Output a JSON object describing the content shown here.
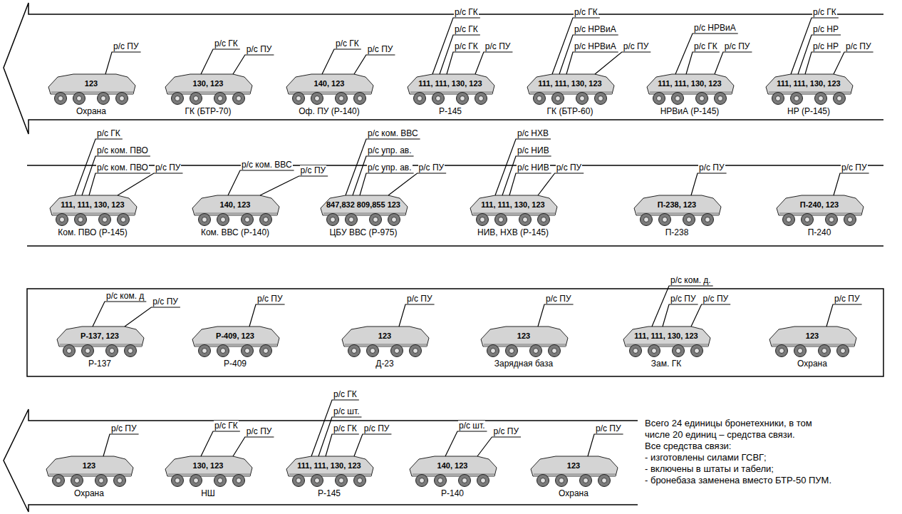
{
  "diagram": {
    "nodes": [
      {
        "text": [
          "123",
          "Охрана",
          "р/с ПУ"
        ]
      },
      {
        "text": [
          "130, 123",
          "ГК (БТР-70)",
          "р/с ГК",
          "р/с ПУ"
        ]
      },
      {
        "text": [
          "140, 123",
          "Оф. ПУ (Р-140)",
          "р/с ГК",
          "р/с ПУ"
        ]
      },
      {
        "text": [
          "111, 111, 130, 123",
          "Р-145",
          "р/с ГК",
          "р/с ГК",
          "р/с ГК",
          "р/с ПУ"
        ]
      },
      {
        "text": [
          "111, 111, 130, 123",
          "ГК (БТР-60)",
          "р/с ГК",
          "р/с НРВиА",
          "р/с НРВиА",
          "р/с ПУ"
        ]
      },
      {
        "text": [
          "111, 111, 130, 123",
          "НРВиА (Р-145)",
          "р/с НРВиА",
          "р/с ГК",
          "р/с ПУ"
        ]
      },
      {
        "text": [
          "111, 111, 130, 123",
          "НР (Р-145)",
          "р/с ГК",
          "р/с НР",
          "р/с НР",
          "р/с ПУ"
        ]
      },
      {
        "text": [
          "111, 111, 130, 123",
          "Ком. ПВО (Р-145)",
          "р/с ГК",
          "р/с ком. ПВО",
          "р/с ком. ПВО",
          "р/с ПУ"
        ]
      },
      {
        "text": [
          "140, 123",
          "Ком. ВВС (Р-140)",
          "р/с ком. ВВС",
          "р/с ПУ"
        ]
      },
      {
        "text": [
          "847,832 809,855 123",
          "ЦБУ ВВС (Р-975)",
          "р/с ком. ВВС",
          "р/с упр. ав.",
          "р/с упр. ав.",
          "р/с ПУ"
        ]
      },
      {
        "text": [
          "111, 111, 130, 123",
          "НИВ, НХВ (Р-145)",
          "р/с НХВ",
          "р/с НИВ",
          "р/с НИВ",
          "р/с ПУ"
        ]
      },
      {
        "text": [
          "П-238, 123",
          "П-238",
          "р/с ПУ"
        ]
      },
      {
        "text": [
          "П-240, 123",
          "П-240",
          "р/с ПУ"
        ]
      },
      {
        "text": [
          "Р-137, 123",
          "Р-137",
          "р/с ком. д",
          "р/с ПУ"
        ]
      },
      {
        "text": [
          "Р-409, 123",
          "Р-409",
          "р/с ПУ"
        ]
      },
      {
        "text": [
          "123",
          "Д-23",
          "р/с ПУ"
        ]
      },
      {
        "text": [
          "123",
          "Зарядная база",
          "р/с ПУ"
        ]
      },
      {
        "text": [
          "111, 111, 130, 123",
          "Зам. ГК",
          "р/с ком. д.",
          "р/с ПУ",
          "р/с ПУ"
        ]
      },
      {
        "text": [
          "123",
          "Охрана",
          "р/с ПУ"
        ]
      },
      {
        "text": [
          "123",
          "Охрана",
          "р/с ПУ"
        ]
      },
      {
        "text": [
          "130, 123",
          "НШ",
          "р/с ГК",
          "р/с ПУ"
        ]
      },
      {
        "text": [
          "111, 111, 130, 123",
          "Р-145",
          "р/с ГК",
          "р/с шт.",
          "р/с ГК",
          "р/с ПУ"
        ]
      },
      {
        "text": [
          "140, 123",
          "Р-140",
          "р/с шт.",
          "р/с ПУ"
        ]
      },
      {
        "text": [
          "123",
          "Охрана",
          "р/с ПУ"
        ]
      }
    ],
    "labels": [
      "Всего 24 единицы бронетехники, в том числе 20 единиц – средства связи.",
      "Все средства связи:",
      "- изготовлены силами ГСВГ;",
      "- включены в штаты и табели;",
      "- бронебаза заменена вместо БТР-50 ПУМ."
    ]
  }
}
